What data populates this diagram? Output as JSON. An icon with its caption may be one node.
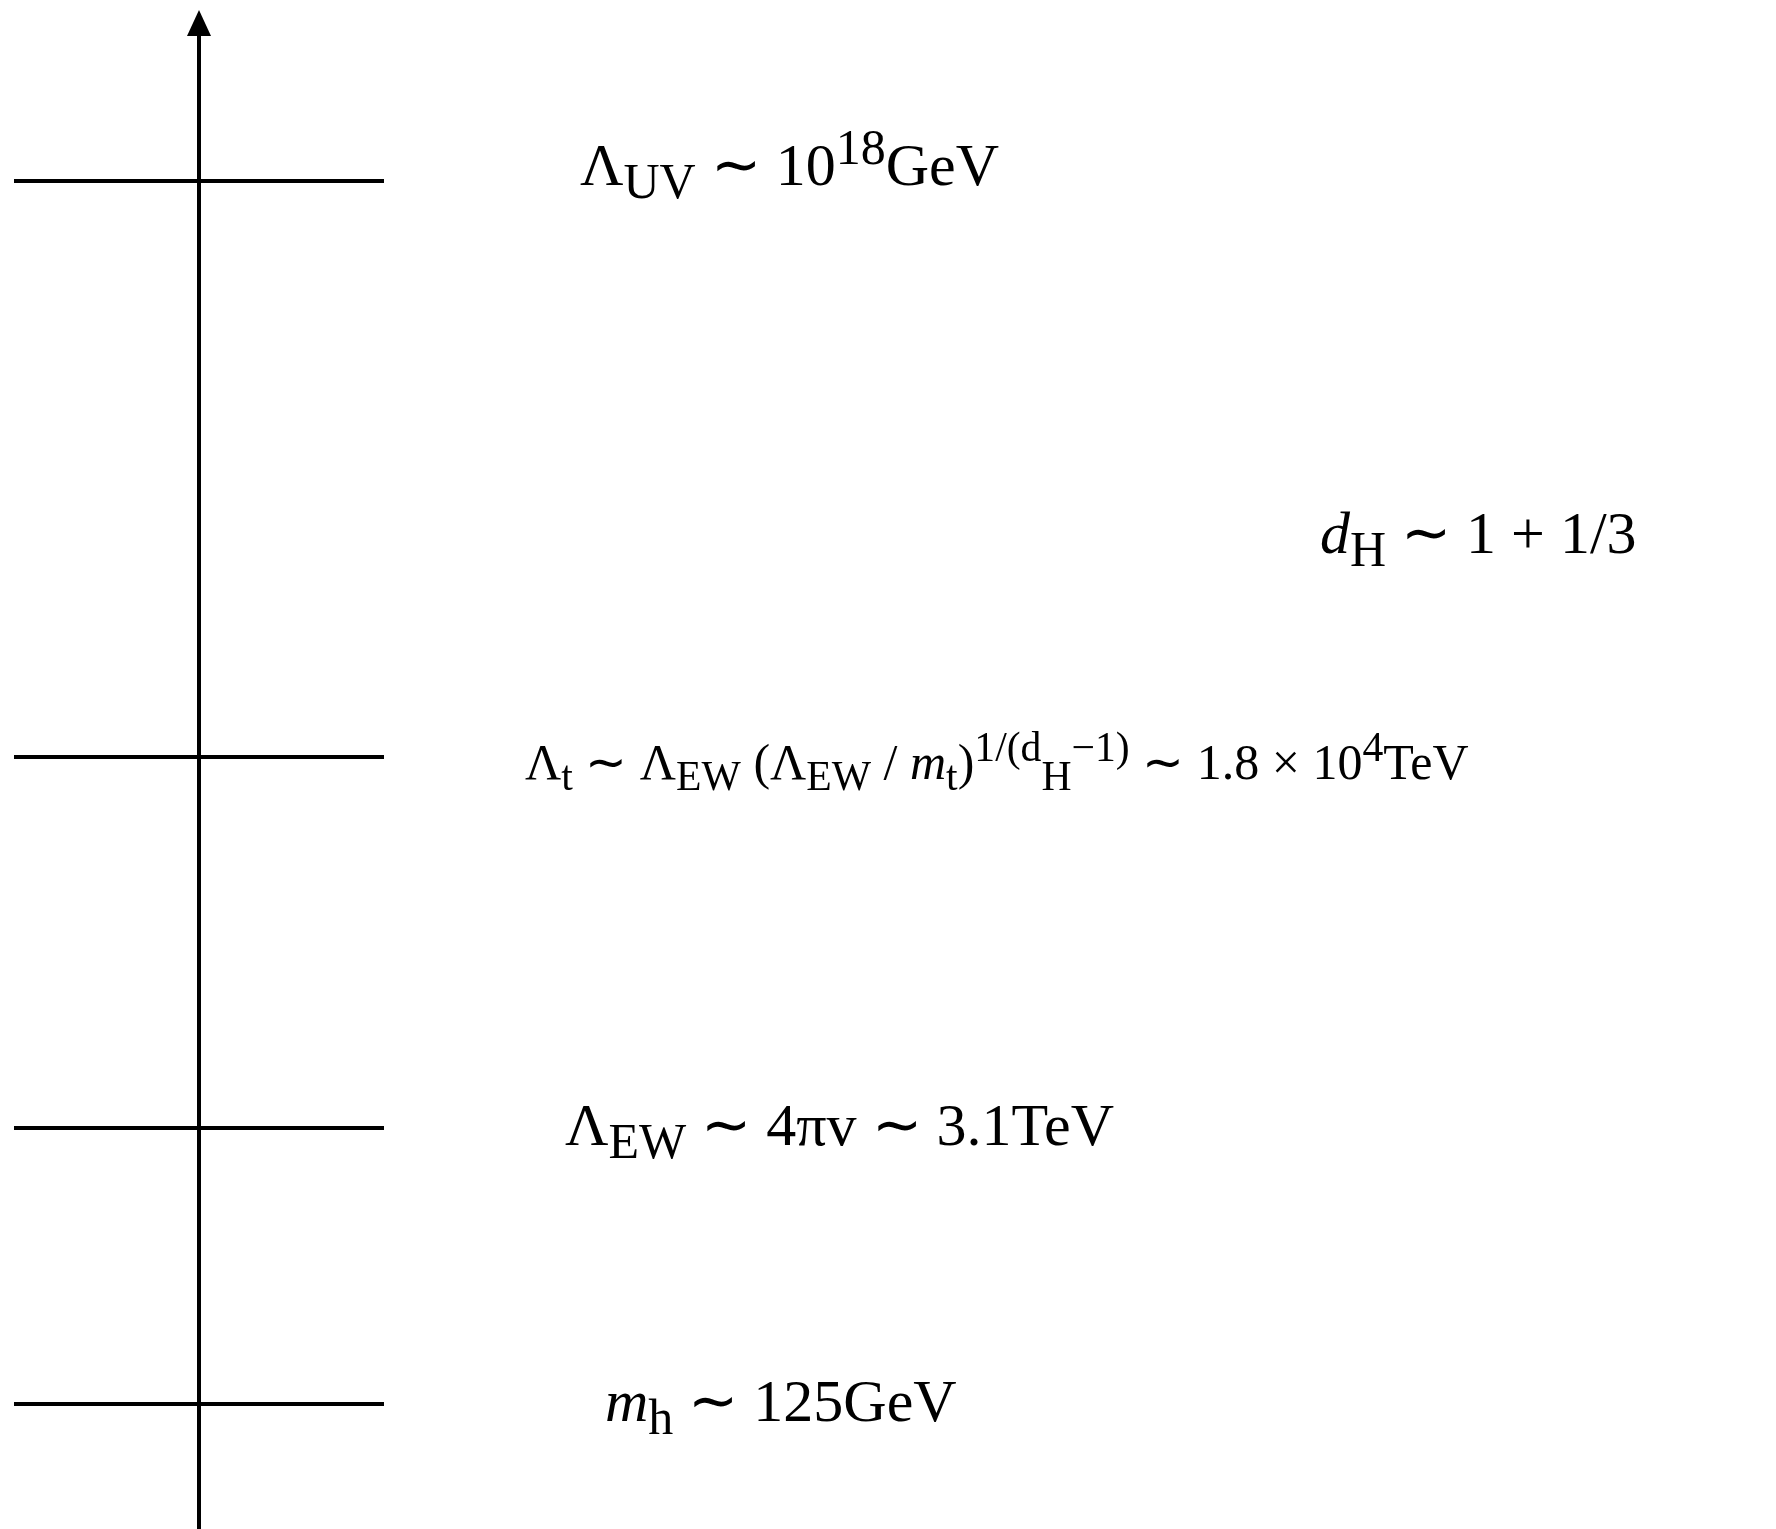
{
  "diagram": {
    "labels": [
      "Λ$_{UV}$ ∼ 10$^{18}$GeV",
      "*d*$_{H}$ ∼ 1 + 1/3",
      "Λ$_{t}$ ∼ Λ$_{EW}$ (Λ$_{EW}$ / *m*$_{t}$)$^{1/(d}$$_{H}$$^{−1)}$  ∼ 1.8 × 10$^{4}$TeV",
      "Λ$_{EW}$ ∼ 4πv ∼ 3.1TeV",
      "*m*$_{h}$ ∼ 125GeV"
    ]
  }
}
